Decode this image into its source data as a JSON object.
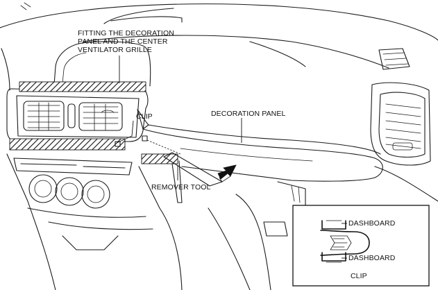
{
  "labels": {
    "fitting_line1": "FITTING THE DECORATION",
    "fitting_line2": "PANEL AND THE CENTER",
    "fitting_line3": "VENTILATOR GRILLE",
    "clip": "CLIP",
    "decoration_panel": "DECORATION PANEL",
    "remover_tool": "REMOVER TOOL",
    "inset_dashboard_top": "DASHBOARD",
    "inset_dashboard_bottom": "DASHBOARD",
    "inset_title": "CLIP"
  },
  "icons": {
    "direction_arrow": "arrow-up-right-icon",
    "hatch_pattern": "diagonal-hatch"
  },
  "colors": {
    "line": "#1a1a1a",
    "background": "#ffffff"
  }
}
